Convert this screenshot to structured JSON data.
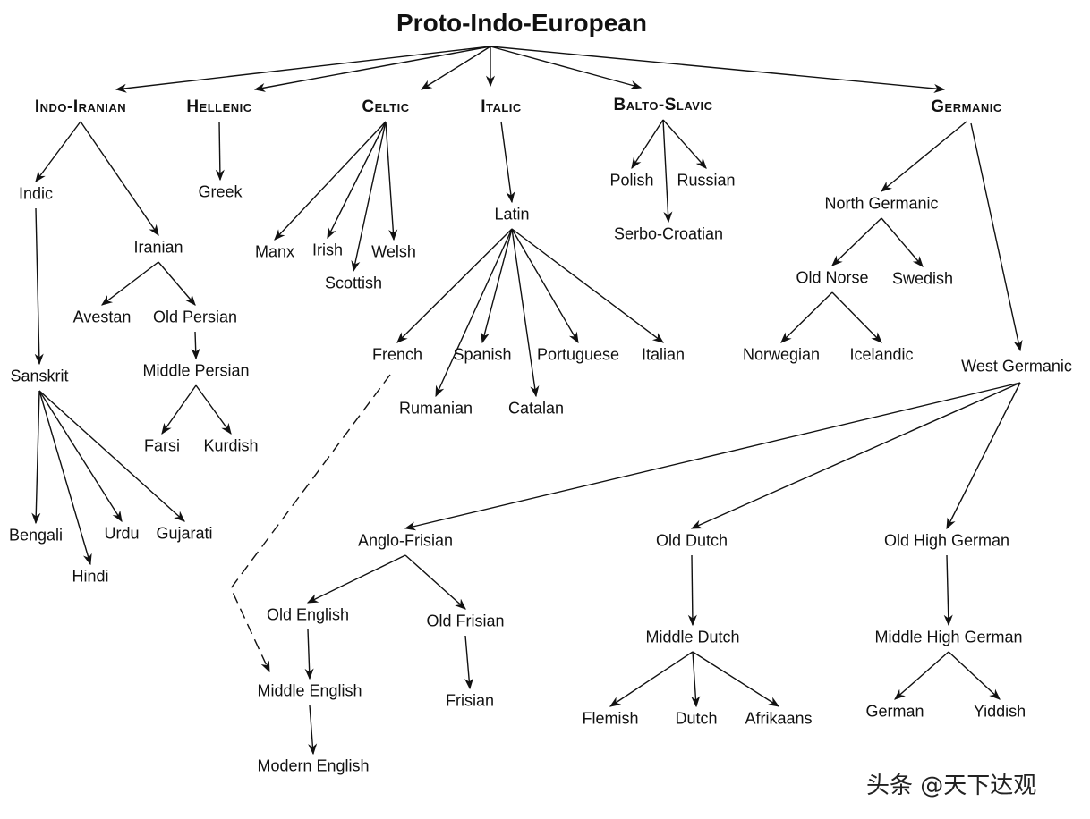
{
  "title": "Proto-Indo-European",
  "watermark": "头条 @天下达观",
  "nodes": {
    "pie": "Proto-Indo-European",
    "indo_iranian": "Indo-Iranian",
    "hellenic": "Hellenic",
    "celtic": "Celtic",
    "italic": "Italic",
    "balto_slavic": "Balto-Slavic",
    "germanic": "Germanic",
    "indic": "Indic",
    "iranian": "Iranian",
    "avestan": "Avestan",
    "old_persian": "Old Persian",
    "middle_persian": "Middle Persian",
    "farsi": "Farsi",
    "kurdish": "Kurdish",
    "sanskrit": "Sanskrit",
    "bengali": "Bengali",
    "hindi": "Hindi",
    "urdu": "Urdu",
    "gujarati": "Gujarati",
    "greek": "Greek",
    "manx": "Manx",
    "irish": "Irish",
    "scottish": "Scottish",
    "welsh": "Welsh",
    "latin": "Latin",
    "french": "French",
    "rumanian": "Rumanian",
    "spanish": "Spanish",
    "catalan": "Catalan",
    "portuguese": "Portuguese",
    "italian": "Italian",
    "polish": "Polish",
    "russian": "Russian",
    "serbo_croatian": "Serbo-Croatian",
    "north_germanic": "North Germanic",
    "old_norse": "Old Norse",
    "swedish": "Swedish",
    "norwegian": "Norwegian",
    "icelandic": "Icelandic",
    "west_germanic": "West Germanic",
    "anglo_frisian": "Anglo-Frisian",
    "old_dutch": "Old Dutch",
    "old_high_german": "Old High German",
    "old_english": "Old English",
    "old_frisian": "Old Frisian",
    "middle_english": "Middle English",
    "frisian": "Frisian",
    "modern_english": "Modern English",
    "middle_dutch": "Middle Dutch",
    "flemish": "Flemish",
    "dutch": "Dutch",
    "afrikaans": "Afrikaans",
    "middle_high_german": "Middle High German",
    "german": "German",
    "yiddish": "Yiddish"
  },
  "edges": [
    [
      "pie",
      "indo_iranian"
    ],
    [
      "pie",
      "hellenic"
    ],
    [
      "pie",
      "celtic"
    ],
    [
      "pie",
      "italic"
    ],
    [
      "pie",
      "balto_slavic"
    ],
    [
      "pie",
      "germanic"
    ],
    [
      "indo_iranian",
      "indic"
    ],
    [
      "indo_iranian",
      "iranian"
    ],
    [
      "indic",
      "sanskrit"
    ],
    [
      "iranian",
      "avestan"
    ],
    [
      "iranian",
      "old_persian"
    ],
    [
      "old_persian",
      "middle_persian"
    ],
    [
      "middle_persian",
      "farsi"
    ],
    [
      "middle_persian",
      "kurdish"
    ],
    [
      "sanskrit",
      "bengali"
    ],
    [
      "sanskrit",
      "hindi"
    ],
    [
      "sanskrit",
      "urdu"
    ],
    [
      "sanskrit",
      "gujarati"
    ],
    [
      "hellenic",
      "greek"
    ],
    [
      "celtic",
      "manx"
    ],
    [
      "celtic",
      "irish"
    ],
    [
      "celtic",
      "scottish"
    ],
    [
      "celtic",
      "welsh"
    ],
    [
      "italic",
      "latin"
    ],
    [
      "latin",
      "french"
    ],
    [
      "latin",
      "rumanian"
    ],
    [
      "latin",
      "spanish"
    ],
    [
      "latin",
      "catalan"
    ],
    [
      "latin",
      "portuguese"
    ],
    [
      "latin",
      "italian"
    ],
    [
      "balto_slavic",
      "polish"
    ],
    [
      "balto_slavic",
      "russian"
    ],
    [
      "balto_slavic",
      "serbo_croatian"
    ],
    [
      "germanic",
      "north_germanic"
    ],
    [
      "germanic",
      "west_germanic"
    ],
    [
      "north_germanic",
      "old_norse"
    ],
    [
      "north_germanic",
      "swedish"
    ],
    [
      "old_norse",
      "norwegian"
    ],
    [
      "old_norse",
      "icelandic"
    ],
    [
      "west_germanic",
      "anglo_frisian"
    ],
    [
      "west_germanic",
      "old_dutch"
    ],
    [
      "west_germanic",
      "old_high_german"
    ],
    [
      "anglo_frisian",
      "old_english"
    ],
    [
      "anglo_frisian",
      "old_frisian"
    ],
    [
      "old_english",
      "middle_english"
    ],
    [
      "middle_english",
      "modern_english"
    ],
    [
      "old_frisian",
      "frisian"
    ],
    [
      "old_dutch",
      "middle_dutch"
    ],
    [
      "middle_dutch",
      "flemish"
    ],
    [
      "middle_dutch",
      "dutch"
    ],
    [
      "middle_dutch",
      "afrikaans"
    ],
    [
      "old_high_german",
      "middle_high_german"
    ],
    [
      "middle_high_german",
      "german"
    ],
    [
      "middle_high_german",
      "yiddish"
    ],
    [
      "french",
      "middle_english",
      "dashed"
    ]
  ]
}
